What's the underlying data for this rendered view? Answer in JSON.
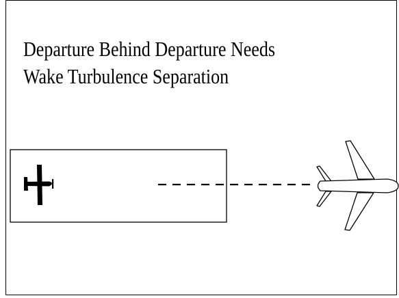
{
  "title": {
    "line1": "Departure Behind Departure Needs",
    "line2": "Wake Turbulence Separation"
  },
  "colors": {
    "ink": "#000000",
    "background": "#ffffff"
  },
  "elements": {
    "runway": "runway",
    "departing_aircraft": "small-plane-icon",
    "leading_aircraft": "jet-airliner-icon",
    "wake_path": "dashed-line"
  }
}
